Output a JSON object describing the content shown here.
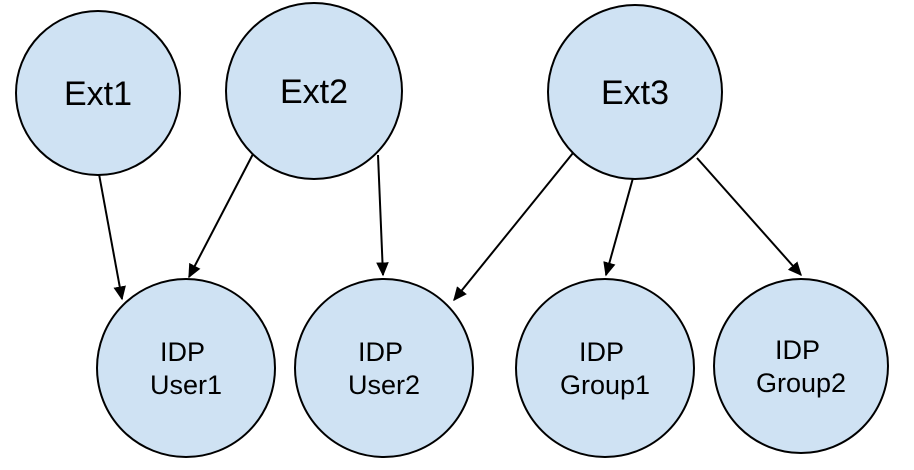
{
  "diagram": {
    "type": "node-link-graph",
    "colors": {
      "background": "#ffffff",
      "node_fill": "#cfe2f3",
      "node_stroke": "#000000",
      "edge_color": "#000000"
    },
    "nodes": [
      {
        "id": "ext1",
        "label": "Ext1"
      },
      {
        "id": "ext2",
        "label": "Ext2"
      },
      {
        "id": "ext3",
        "label": "Ext3"
      },
      {
        "id": "idp-user1",
        "label": "IDP User1",
        "line1": "IDP",
        "line2": "User1"
      },
      {
        "id": "idp-user2",
        "label": "IDP User2",
        "line1": "IDP",
        "line2": "User2"
      },
      {
        "id": "idp-group1",
        "label": "IDP Group1",
        "line1": "IDP",
        "line2": "Group1"
      },
      {
        "id": "idp-group2",
        "label": "IDP Group2",
        "line1": "IDP",
        "line2": "Group2"
      }
    ],
    "edges": [
      {
        "from": "ext1",
        "to": "idp-user1"
      },
      {
        "from": "ext2",
        "to": "idp-user1"
      },
      {
        "from": "ext2",
        "to": "idp-user2"
      },
      {
        "from": "ext3",
        "to": "idp-user2"
      },
      {
        "from": "ext3",
        "to": "idp-group1"
      },
      {
        "from": "ext3",
        "to": "idp-group2"
      }
    ]
  }
}
